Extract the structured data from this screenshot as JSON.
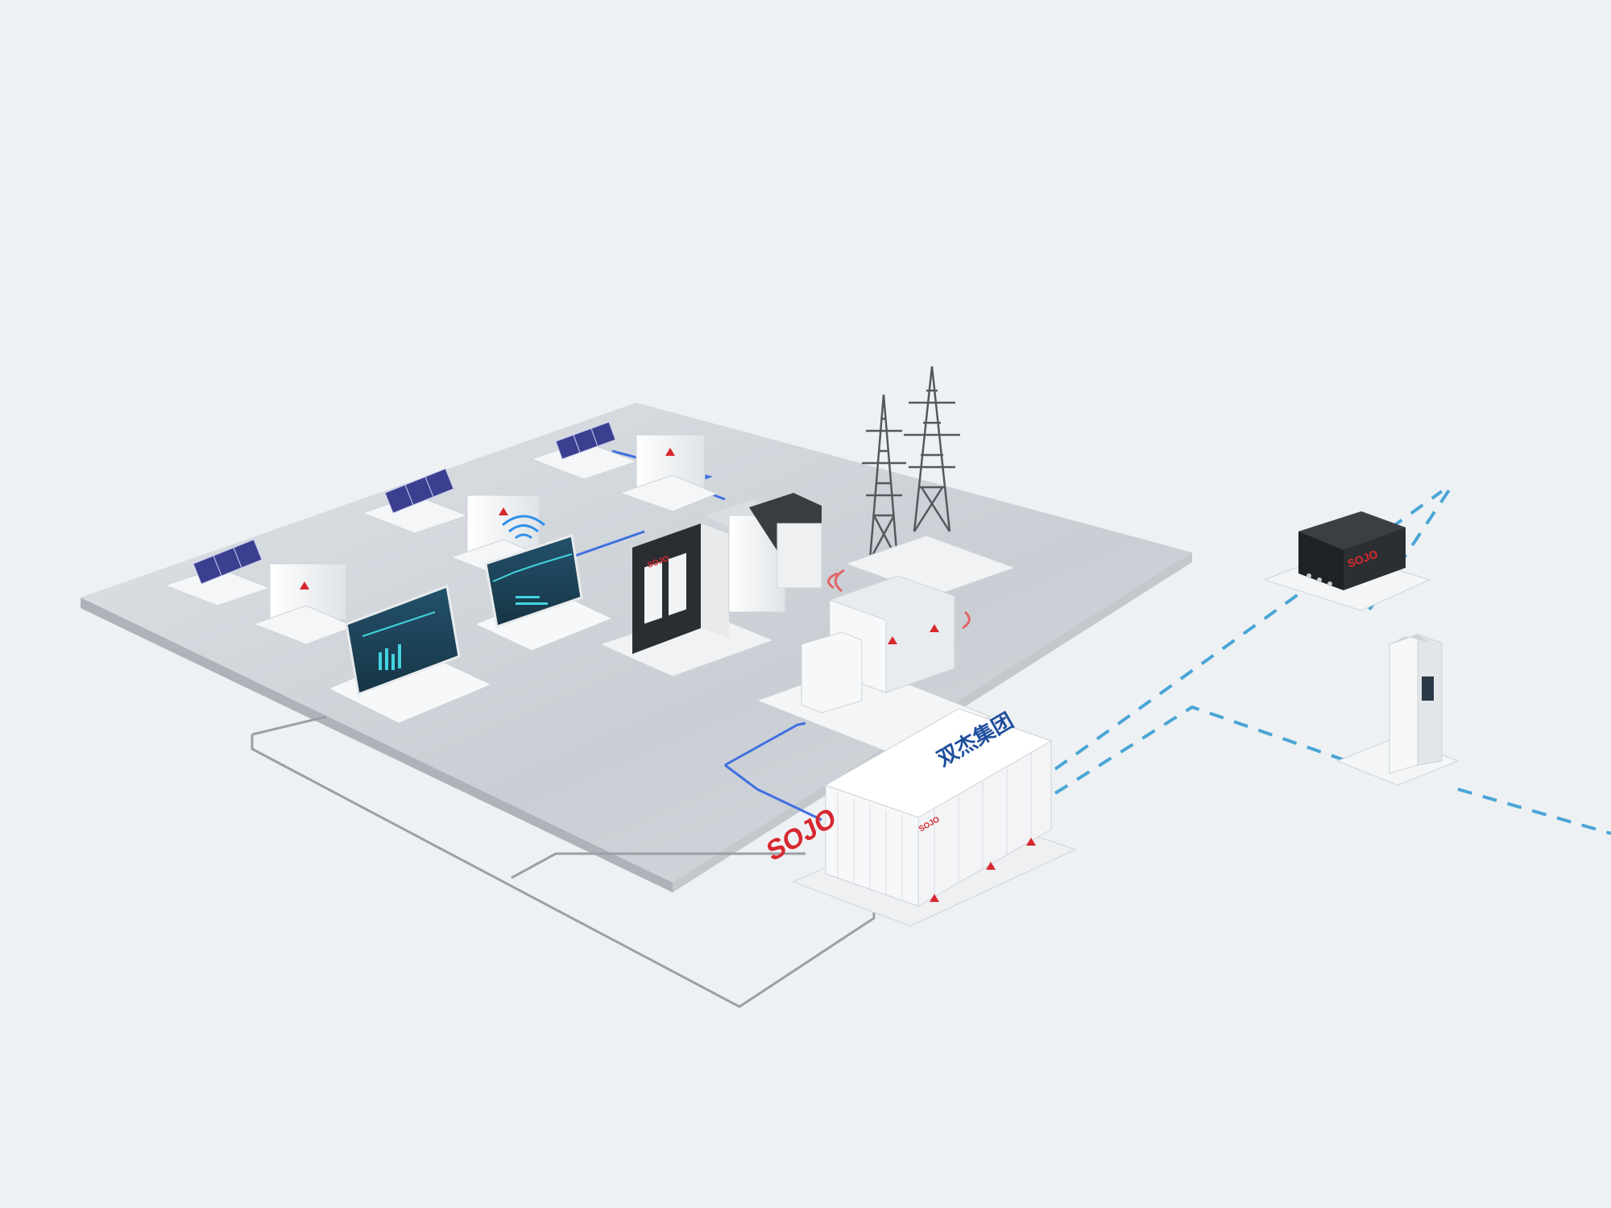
{
  "brand": {
    "logo_latin": "SOJO",
    "logo_cn": "双杰集团",
    "logo_small": "SOJO"
  },
  "colors": {
    "background": "#eef1f3",
    "platform_top": "#e4e7ea",
    "platform_side": "#c9ced3",
    "brand_red": "#d7282f",
    "brand_blue": "#1f4e9c",
    "cable_blue": "#3f6fe0",
    "link_dashed": "#4aa6d6",
    "solar_panel": "#3b3f8f",
    "screen": "#1b3f56"
  },
  "icons": {
    "wireless": "wifi-signal-icon",
    "warning": "warning-triangle-icon",
    "solar": "solar-panel-icon",
    "tower": "transmission-tower-icon"
  }
}
